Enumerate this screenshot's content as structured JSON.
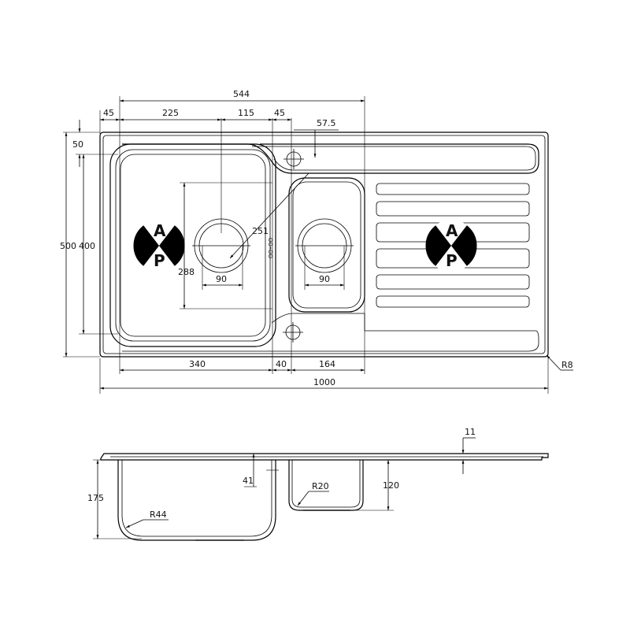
{
  "top_view": {
    "dims": {
      "d544": "544",
      "d45a": "45",
      "d225": "225",
      "d115": "115",
      "d45b": "45",
      "d57_5": "57.5",
      "d50": "50",
      "d500": "500",
      "d400": "400",
      "d251": "251",
      "d288": "288",
      "d90a": "90",
      "d90b": "90",
      "d340": "340",
      "d40": "40",
      "d164": "164",
      "d1000": "1000",
      "r8": "R8"
    },
    "logo_letters": {
      "top": "A",
      "bottom": "P"
    },
    "overflow_label": "OO•OO"
  },
  "side_view": {
    "dims": {
      "d11": "11",
      "d41": "41",
      "d120": "120",
      "d175": "175",
      "r20": "R20",
      "r44": "R44"
    }
  }
}
